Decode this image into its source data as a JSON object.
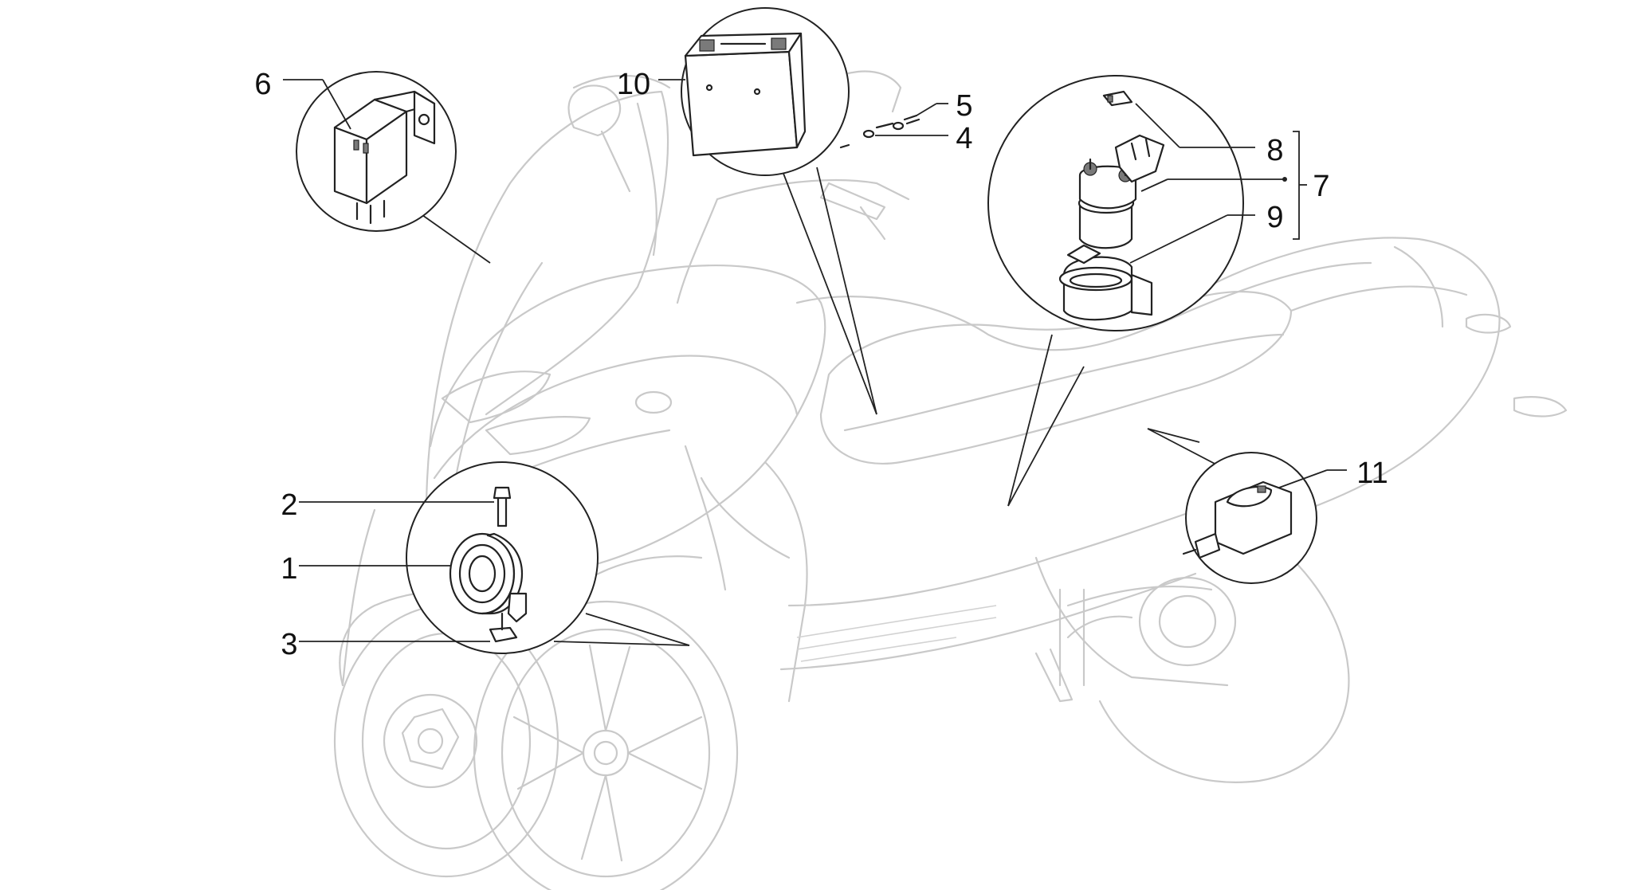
{
  "labels": {
    "p1": "1",
    "p2": "2",
    "p3": "3",
    "p4": "4",
    "p5": "5",
    "p6": "6",
    "p7": "7",
    "p8": "8",
    "p9": "9",
    "p10": "10",
    "p11": "11"
  },
  "colors": {
    "ink": "#222222",
    "ghost": "#c9c9c9"
  }
}
